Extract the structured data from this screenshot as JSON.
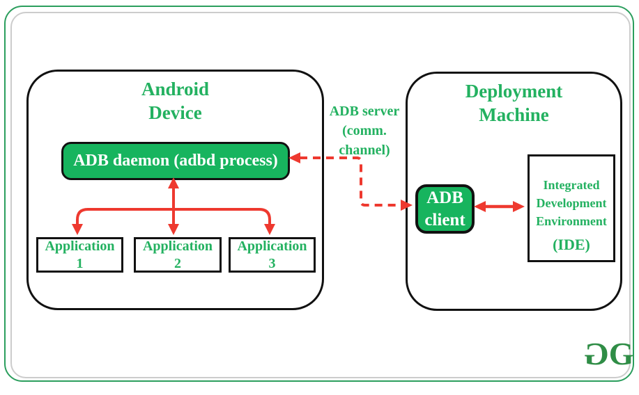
{
  "android_device": {
    "title_lines": [
      "Android",
      "Device"
    ],
    "daemon_label": "ADB daemon (adbd process)",
    "applications": [
      {
        "lines": [
          "Application",
          "1"
        ]
      },
      {
        "lines": [
          "Application",
          "2"
        ]
      },
      {
        "lines": [
          "Application",
          "3"
        ]
      }
    ]
  },
  "connector": {
    "label_lines": [
      "ADB server",
      "(comm.",
      "channel)"
    ]
  },
  "deployment_machine": {
    "title_lines": [
      "Deployment",
      "Machine"
    ],
    "client_lines": [
      "ADB",
      "client"
    ],
    "ide_lines": [
      "Integrated",
      "Development",
      "Environment"
    ],
    "ide_acronym": "(IDE)"
  },
  "logo": {
    "g1": "G",
    "g2": "G"
  },
  "colors": {
    "green_text": "#23b160",
    "green_fill": "#17b45e",
    "arrow_red": "#ee392f",
    "logo_green": "#2f8d46",
    "frame_green": "#2b9e5d",
    "frame_gray": "#cccccc",
    "box_border": "#111111"
  }
}
